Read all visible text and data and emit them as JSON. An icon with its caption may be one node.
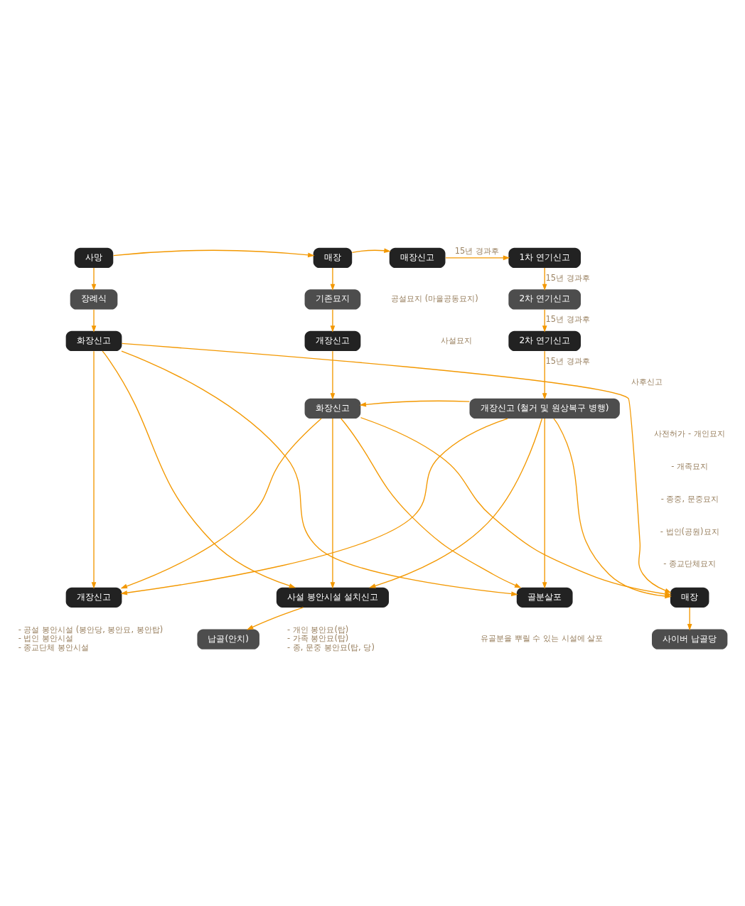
{
  "diagram": {
    "nodes": [
      {
        "text": [
          "사망"
        ]
      },
      {
        "text": [
          "매장"
        ]
      },
      {
        "text": [
          "매장신고"
        ]
      },
      {
        "text": [
          "1차 연기신고"
        ]
      },
      {
        "text": [
          "장례식"
        ]
      },
      {
        "text": [
          "기존묘지"
        ]
      },
      {
        "text": [
          "2차 연기신고"
        ]
      },
      {
        "text": [
          "화장신고"
        ]
      },
      {
        "text": [
          "개장신고"
        ]
      },
      {
        "text": [
          "2차 연기신고"
        ]
      },
      {
        "text": [
          "화장신고"
        ]
      },
      {
        "text": [
          "개장신고 (철거 및 원상복구 병행)"
        ]
      },
      {
        "text": [
          "개장신고"
        ],
        "beside": [
          "- 공설 봉안시설 (봉안당, 봉안묘, 봉안탑)",
          "- 법인 봉안시설",
          "- 종교단체 봉안시설"
        ]
      },
      {
        "text": [
          "사설 봉안시설 설치신고"
        ],
        "beside": [
          "- 개인 봉안묘(탑)",
          "- 가족 봉안묘(탑)",
          "- 종, 문중 봉안묘(탑, 당)"
        ]
      },
      {
        "text": [
          "매장"
        ]
      },
      {
        "text": [
          "골분살포"
        ],
        "beside": [
          "유골분을 뿌릴 수 있는 시설에 살포"
        ]
      },
      {
        "text": [
          "사이버 납골당"
        ]
      },
      {
        "text": [
          "납골(안치)"
        ]
      }
    ],
    "edges": [
      {
        "from": 0,
        "to": 1,
        "arrow": "to"
      },
      {
        "from": 1,
        "to": 2,
        "arrow": "to"
      },
      {
        "from": 2,
        "to": 3,
        "arrow": "to",
        "label": "15년 경과후"
      },
      {
        "from": 0,
        "to": 4,
        "arrow": "to"
      },
      {
        "from": 1,
        "to": 5,
        "arrow": "to"
      },
      {
        "from": 3,
        "to": 6,
        "arrow": "to",
        "label": "15년 경과후"
      },
      {
        "from": 4,
        "to": 7,
        "arrow": "to"
      },
      {
        "from": 5,
        "to": 8,
        "arrow": "to"
      },
      {
        "from": 6,
        "to": 9,
        "arrow": "to",
        "label": "15년 경과후"
      },
      {
        "from": 8,
        "to": 10,
        "arrow": "to"
      },
      {
        "from": 9,
        "to": 11,
        "arrow": "to",
        "label": "15년 경과후"
      },
      {
        "from": 11,
        "to": 10,
        "arrow": "to"
      },
      {
        "from": 7,
        "to": 12,
        "arrow": "to"
      },
      {
        "from": 7,
        "to": 13,
        "arrow": "to"
      },
      {
        "from": 7,
        "to": 14,
        "arrow": "to"
      },
      {
        "from": 7,
        "to": 15,
        "arrow": "to"
      },
      {
        "from": 10,
        "to": 12,
        "arrow": "to"
      },
      {
        "from": 10,
        "to": 13,
        "arrow": "to"
      },
      {
        "from": 10,
        "to": 14,
        "arrow": "to"
      },
      {
        "from": 10,
        "to": 15,
        "arrow": "to"
      },
      {
        "from": 11,
        "to": 12,
        "arrow": "to"
      },
      {
        "from": 11,
        "to": 13,
        "arrow": "to"
      },
      {
        "from": 11,
        "to": 14,
        "arrow": "to"
      },
      {
        "from": 11,
        "to": 15,
        "arrow": "to"
      },
      {
        "from": 13,
        "to": 17,
        "arrow": "to"
      },
      {
        "from": 14,
        "to": 16,
        "arrow": "to"
      }
    ],
    "labels": [
      "공설묘지 (마을공동묘지)",
      "사설묘지",
      "사후신고",
      "사전허가 - 개인묘지",
      "- 개족묘지",
      "- 종중, 문중묘지",
      "- 법인(공원)묘지",
      "- 종교단체묘지"
    ]
  }
}
